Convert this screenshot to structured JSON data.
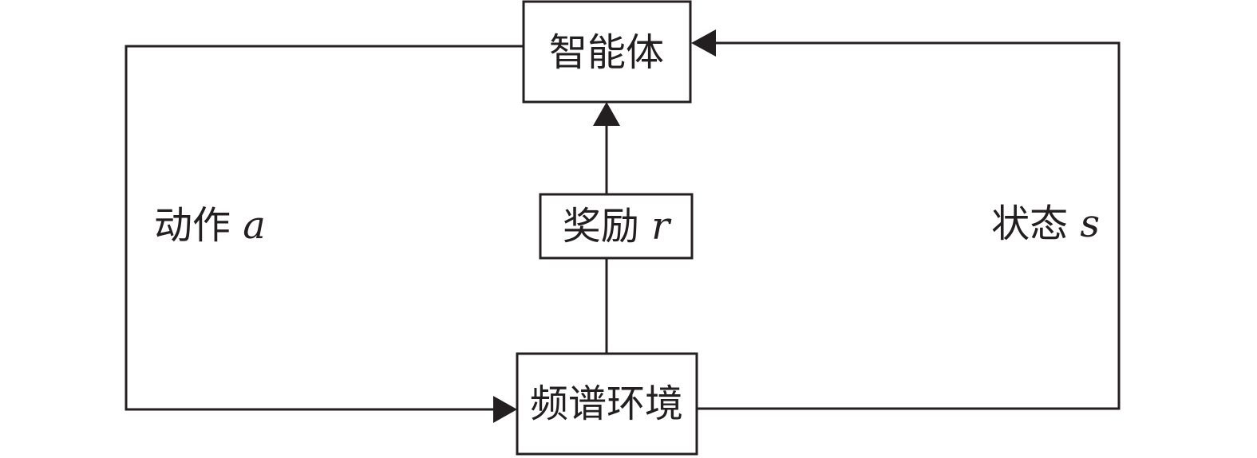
{
  "diagram": {
    "nodes": {
      "agent": "智能体",
      "reward": "奖励",
      "reward_var": "r",
      "environment": "频谱环境"
    },
    "edges": {
      "action": "动作",
      "action_var": "a",
      "state": "状态",
      "state_var": "s"
    }
  }
}
